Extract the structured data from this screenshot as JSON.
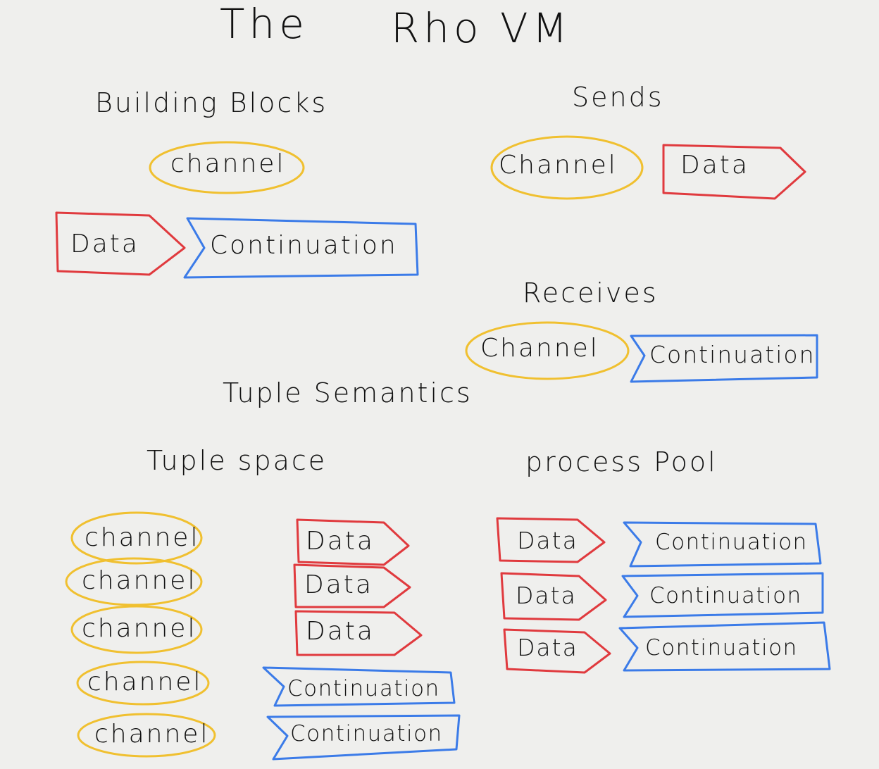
{
  "title": {
    "part1": "The",
    "part2": "Rho VM"
  },
  "headings": {
    "building_blocks": "Building Blocks",
    "sends": "Sends",
    "receives": "Receives",
    "tuple_semantics": "Tuple Semantics",
    "tuple_space": "Tuple space",
    "process_pool": "process Pool"
  },
  "building_blocks": {
    "channel": "channel",
    "data": "Data",
    "continuation": "Continuation"
  },
  "sends": {
    "channel": "Channel",
    "data": "Data"
  },
  "receives": {
    "channel": "Channel",
    "continuation": "Continuation"
  },
  "tuple_space": {
    "channels": [
      "channel",
      "channel",
      "channel",
      "channel",
      "channel"
    ],
    "data": [
      "Data",
      "Data",
      "Data"
    ],
    "continuations": [
      "Continuation",
      "Continuation"
    ]
  },
  "process_pool": {
    "rows": [
      {
        "data": "Data",
        "continuation": "Continuation"
      },
      {
        "data": "Data",
        "continuation": "Continuation"
      },
      {
        "data": "Data",
        "continuation": "Continuation"
      }
    ]
  },
  "colors": {
    "channel_outline": "#f0c030",
    "data_outline": "#e03a3e",
    "continuation_outline": "#3b7be8",
    "ink": "#111111",
    "paper": "#efefed"
  }
}
